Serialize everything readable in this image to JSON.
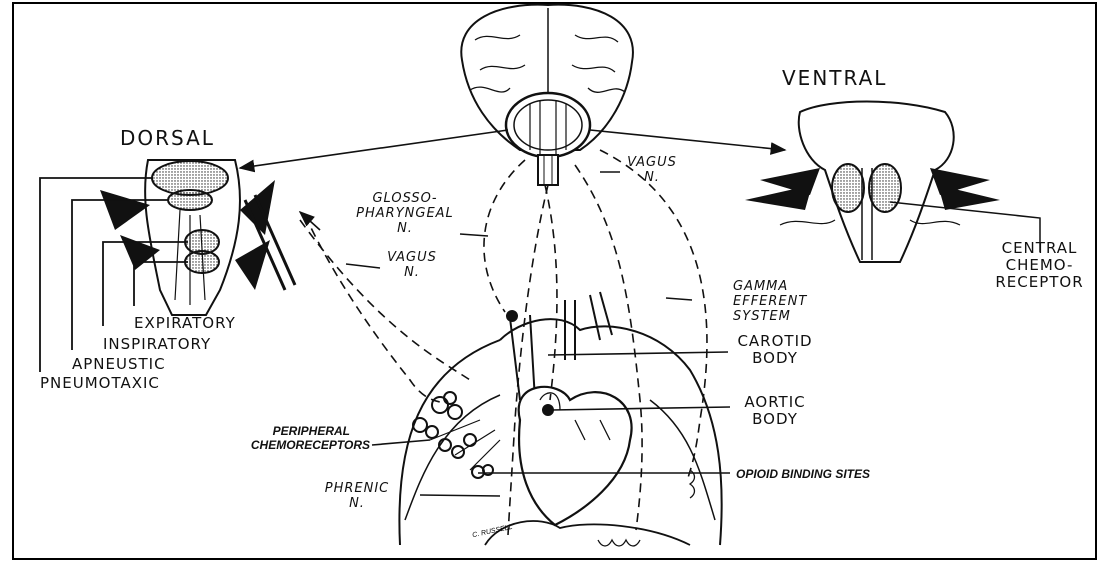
{
  "labels": {
    "dorsal": "DORSAL",
    "ventral": "VENTRAL",
    "expiratory": "EXPIRATORY",
    "inspiratory": "INSPIRATORY",
    "apneustic": "APNEUSTIC",
    "pneumotaxic": "PNEUMOTAXIC",
    "glosso_line1": "GLOSSO-",
    "glosso_line2": "PHARYNGEAL",
    "glosso_line3": "N.",
    "vagus_left_line1": "VAGUS",
    "vagus_left_line2": "N.",
    "vagus_top_line1": "VAGUS",
    "vagus_top_line2": "N.",
    "gamma_line1": "GAMMA",
    "gamma_line2": "EFFERENT",
    "gamma_line3": "SYSTEM",
    "carotid_line1": "CAROTID",
    "carotid_line2": "BODY",
    "aortic_line1": "AORTIC",
    "aortic_line2": "BODY",
    "central_line1": "CENTRAL",
    "central_line2": "CHEMO-",
    "central_line3": "RECEPTOR",
    "peripheral_line1": "PERIPHERAL",
    "peripheral_line2": "CHEMORECEPTORS",
    "opioid": "OPIOID BINDING SITES",
    "phrenic_line1": "PHRENIC",
    "phrenic_line2": "N.",
    "signature": "C. RUSSELL"
  }
}
